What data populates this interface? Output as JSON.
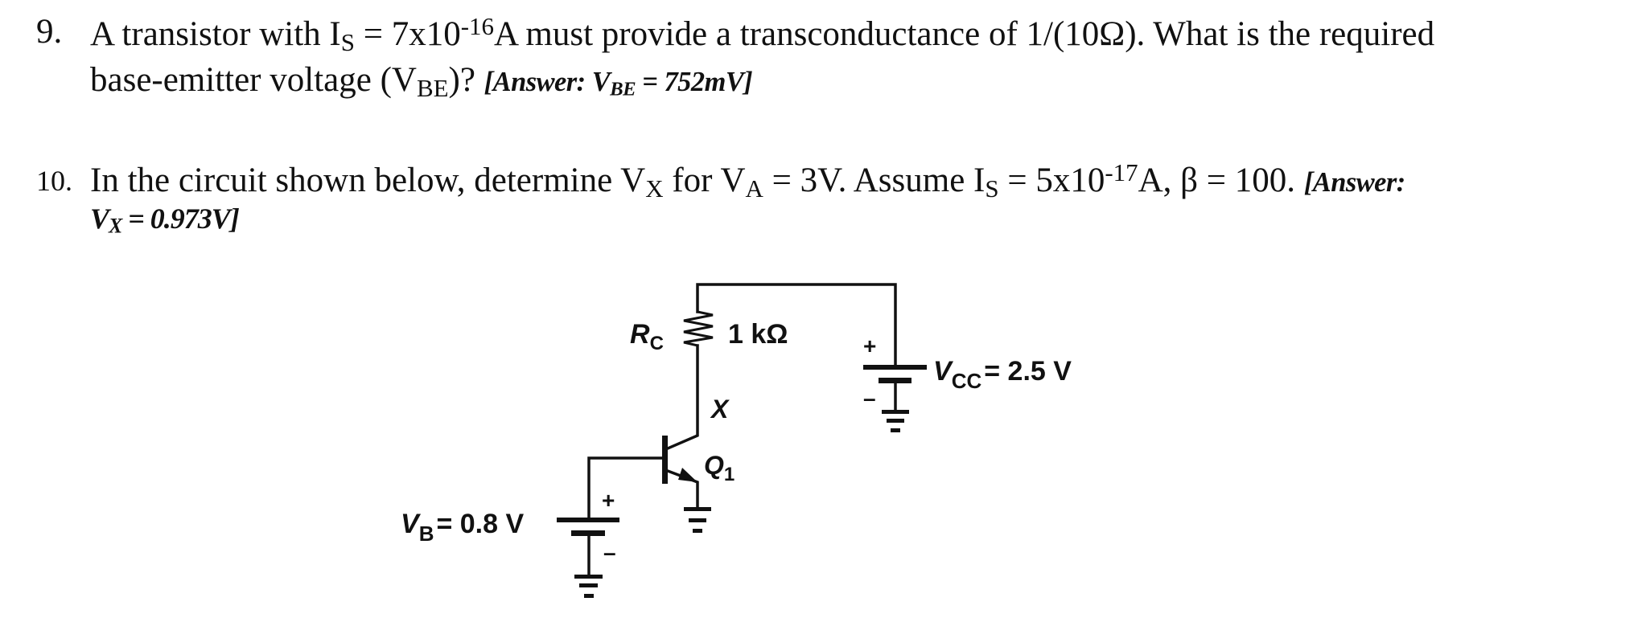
{
  "problems": [
    {
      "number": "9.",
      "line1": {
        "part1": "A transistor with I",
        "sub1": "S",
        "part2": " = 7x10",
        "sup1": "-16",
        "part3": "A must provide a transconductance of 1/(10Ω). What is the required"
      },
      "line2": {
        "part1": "base-emitter voltage (V",
        "sub1": "BE",
        "part2": ")? ",
        "answer_prefix": "[Answer: V",
        "answer_sub": "BE",
        "answer_value": " = 752mV]"
      }
    },
    {
      "number": "10.",
      "line1": {
        "part1": "In the circuit shown below, determine V",
        "sub1": "X",
        "part2": " for V",
        "sub2": "A",
        "part3": " = 3V. Assume I",
        "sub3": "S",
        "part4": " = 5x10",
        "sup1": "-17",
        "part5": "A, β = 100. ",
        "answer_prefix": "[Answer:"
      },
      "line2": {
        "answer_var": "V",
        "answer_sub": "X",
        "answer_value": " = 0.973V]"
      }
    }
  ],
  "circuit": {
    "resistor": {
      "name": "R",
      "name_sub": "C",
      "value": "1 kΩ"
    },
    "node_label": "X",
    "transistor": {
      "name": "Q",
      "name_sub": "1"
    },
    "vcc": {
      "name": "V",
      "name_sub": "CC",
      "value": "= 2.5 V",
      "plus": "+",
      "minus": "–"
    },
    "vb": {
      "name": "V",
      "name_sub": "B",
      "value": "= 0.8 V",
      "plus": "+",
      "minus": "–"
    }
  }
}
